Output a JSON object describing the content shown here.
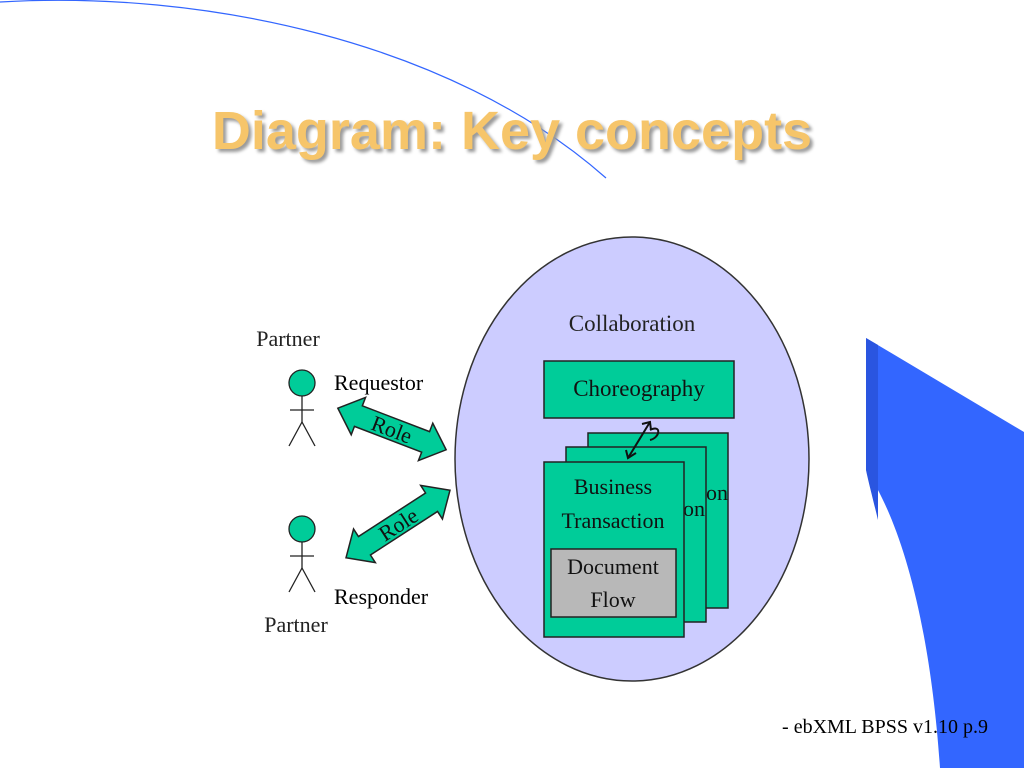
{
  "slide": {
    "title": "Diagram: Key concepts",
    "footer": "- ebXML BPSS v1.10 p.9"
  },
  "diagram": {
    "collaboration_label": "Collaboration",
    "choreography_label": "Choreography",
    "business_transaction_line1": "Business",
    "business_transaction_line2": "Transaction",
    "document_flow_line1": "Document",
    "document_flow_line2": "Flow",
    "partner_top_label": "Partner",
    "partner_bottom_label": "Partner",
    "requestor_label": "Requestor",
    "responder_label": "Responder",
    "role_top_label": "Role",
    "role_bottom_label": "Role",
    "back_card_fragment_1": "on",
    "back_card_fragment_2": "on"
  },
  "colors": {
    "title": "#f6c56a",
    "ellipse_fill": "#ccccff",
    "green": "#00cc99",
    "doc_grey": "#b8b8b8",
    "accent_blue": "#3366ff"
  }
}
